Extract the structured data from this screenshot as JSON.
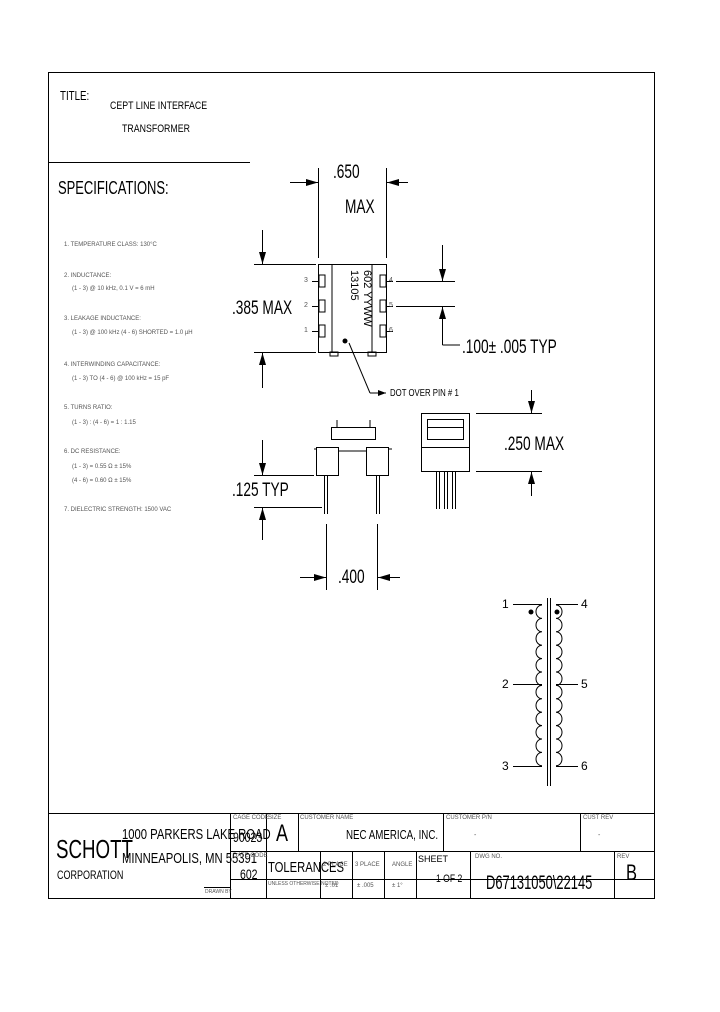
{
  "title": {
    "label": "TITLE:",
    "line1": "CEPT LINE INTERFACE",
    "line2": "TRANSFORMER"
  },
  "specifications": {
    "heading": "SPECIFICATIONS:",
    "items": [
      [
        "1. TEMPERATURE CLASS: 130°C"
      ],
      [
        "2. INDUCTANCE:",
        "(1 - 3) @ 10 kHz, 0.1 V = 6 mH"
      ],
      [
        "3. LEAKAGE INDUCTANCE:",
        "(1 - 3) @ 100 kHz (4 - 6) SHORTED = 1.0 µH"
      ],
      [
        "4. INTERWINDING CAPACITANCE:",
        "(1 - 3) TO (4 - 6) @ 100 kHz = 15 pF"
      ],
      [
        "5. TURNS RATIO:",
        "(1 - 3) : (4 - 6) = 1 : 1.15"
      ],
      [
        "6. DC RESISTANCE:",
        "(1 - 3) = 0.55 Ω ± 15%",
        "(4 - 6) = 0.60 Ω ± 15%"
      ],
      [
        "7. DIELECTRIC STRENGTH: 1500 VAC"
      ]
    ]
  },
  "drawing": {
    "dim_width": ".650",
    "dim_width_max": "MAX",
    "dim_height": ".385 MAX",
    "dim_pitch": ".100± .005 TYP",
    "dim_depth": ".250 MAX",
    "dim_standoff": ".125 TYP",
    "dim_row": ".400",
    "marking1": "602 YYWW",
    "marking2": "13105",
    "dot_note": "DOT OVER PIN # 1",
    "pins_left": [
      "3",
      "2",
      "1"
    ],
    "pins_right": [
      "4",
      "5",
      "6"
    ],
    "schematic_left": [
      "1",
      "2",
      "3"
    ],
    "schematic_right": [
      "4",
      "5",
      "6"
    ]
  },
  "title_block": {
    "company": "SCHOTT",
    "company2": "CORPORATION",
    "address1": "1000 PARKERS LAKE ROAD",
    "address2": "MINNEAPOLIS, MN 55391",
    "drawn": "DRAWN BY",
    "cage_label": "CAGE CODE",
    "cage_value": "90023",
    "size_label": "SIZE",
    "size_value": "A",
    "cust_label": "CUSTOMER NAME",
    "cust_value": "NEC AMERICA, INC.",
    "custpn_label": "CUSTOMER P/N",
    "custpn_value": "-",
    "custrev_label": "CUST REV",
    "custrev_value": "-",
    "dc_label": "DATE CODE",
    "dc_value": "602",
    "tol_label": "TOLERANCES",
    "tol_sub": "UNLESS OTHERWISE NOTED",
    "tol_2place_label": "2 PLACE",
    "tol_2place_value": "± .01",
    "tol_3place_label": "3 PLACE",
    "tol_3place_value": "± .005",
    "angle_label": "ANGLE",
    "angle_value": "± 1°",
    "sheet_label": "SHEET",
    "sheet_value": "1 OF 2",
    "dwg_label": "DWG NO.",
    "dwg_value": "D67131050\\22145",
    "rev_label": "REV",
    "rev_value": "B"
  }
}
